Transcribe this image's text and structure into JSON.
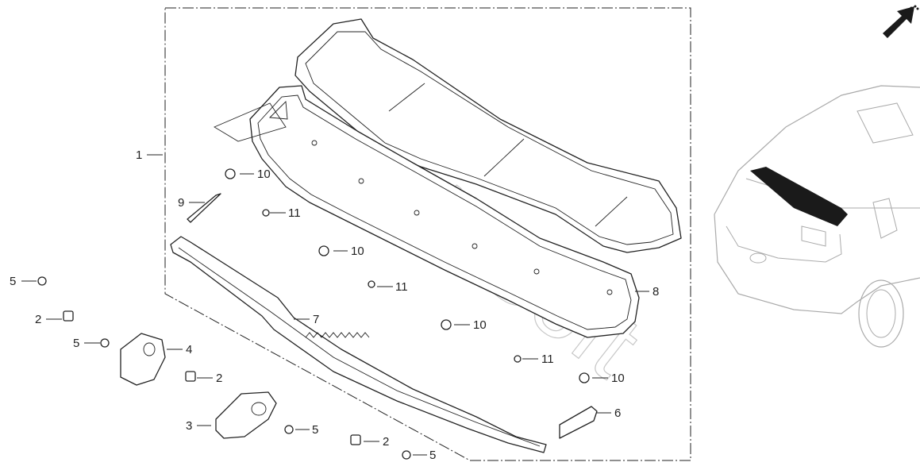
{
  "callouts": {
    "c1": "1",
    "c2a": "2",
    "c2b": "2",
    "c2c": "2",
    "c3": "3",
    "c4": "4",
    "c5a": "5",
    "c5b": "5",
    "c5c": "5",
    "c5d": "5",
    "c6": "6",
    "c7": "7",
    "c8": "8",
    "c9": "9",
    "c10a": "10",
    "c10b": "10",
    "c10c": "10",
    "c10d": "10",
    "c11a": "11",
    "c11b": "11",
    "c11c": "11"
  },
  "watermark": {
    "text": "AutoSoft"
  },
  "icons": {
    "direction_arrow": "arrow-up-right-icon",
    "vehicle": "suv-rear-view-icon"
  },
  "colors": {
    "line": "#222222",
    "highlight": "#1a1a1a",
    "watermark": "#9a9a9a"
  }
}
